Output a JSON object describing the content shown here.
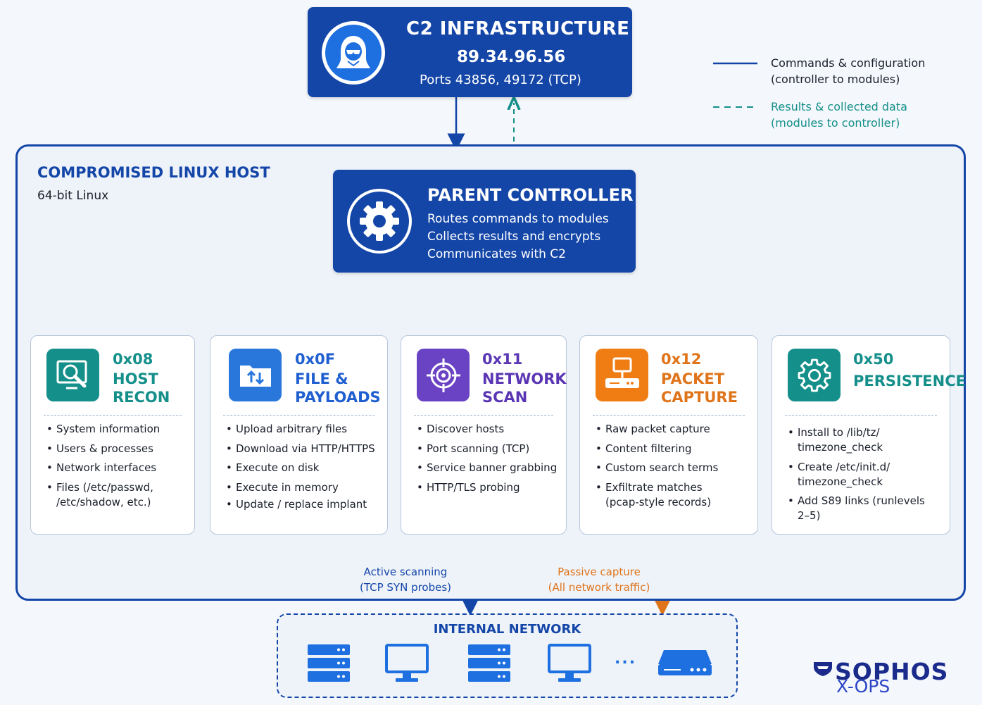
{
  "c2": {
    "title": "C2 INFRASTRUCTURE",
    "ip": "89.34.96.56",
    "ports": "Ports 43856, 49172 (TCP)"
  },
  "legend": {
    "solid_line1": "Commands & configuration",
    "solid_line2": "(controller to modules)",
    "dashed_line1": "Results & collected data",
    "dashed_line2": "(modules to controller)"
  },
  "host": {
    "title": "COMPROMISED LINUX HOST",
    "subtitle": "64-bit Linux"
  },
  "parent": {
    "title": "PARENT CONTROLLER",
    "lines": [
      "Routes commands to modules",
      "Collects results and encrypts",
      "Communicates with C2"
    ]
  },
  "modules": [
    {
      "code": "0x08",
      "name1": "HOST",
      "name2": "RECON",
      "icon": "magnifier-monitor-icon",
      "color": "#148f8a",
      "items": [
        "System information",
        "Users & processes",
        "Network interfaces",
        "Files (/etc/passwd,",
        "/etc/shadow, etc.)"
      ]
    },
    {
      "code": "0x0F",
      "name1": "FILE &",
      "name2": "PAYLOADS",
      "icon": "folder-transfer-icon",
      "color": "#2a77dc",
      "items": [
        "Upload arbitrary files",
        "Download via HTTP/HTTPS",
        "Execute on disk",
        "Execute in memory",
        "Update / replace implant"
      ]
    },
    {
      "code": "0x11",
      "name1": "NETWORK",
      "name2": "SCAN",
      "icon": "crosshair-icon",
      "color": "#6a42c4",
      "items": [
        "Discover hosts",
        "Port scanning (TCP)",
        "Service banner grabbing",
        "HTTP/TLS probing"
      ]
    },
    {
      "code": "0x12",
      "name1": "PACKET",
      "name2": "CAPTURE",
      "icon": "packet-monitor-icon",
      "color": "#f07d14",
      "items": [
        "Raw packet capture",
        "Content filtering",
        "Custom search terms",
        "Exfiltrate matches",
        "(pcap-style records)"
      ]
    },
    {
      "code": "0x50",
      "name1": "PERSISTENCE",
      "name2": "",
      "icon": "gear-icon",
      "color": "#148f8a",
      "items": [
        "Install to /lib/tz/",
        "timezone_check",
        "Create /etc/init.d/",
        "timezone_check",
        "Add S89 links (runlevels",
        "2–5)"
      ]
    }
  ],
  "flows": {
    "active_line1": "Active scanning",
    "active_line2": "(TCP SYN probes)",
    "passive_line1": "Passive capture",
    "passive_line2": "(All network traffic)"
  },
  "network": {
    "title": "INTERNAL NETWORK",
    "ellipsis": "..."
  },
  "brand": {
    "name": "SOPHOS",
    "sub": "X-OPS"
  },
  "colors": {
    "primary": "#1446a8",
    "results": "#148f8a",
    "passive": "#e0741a"
  }
}
